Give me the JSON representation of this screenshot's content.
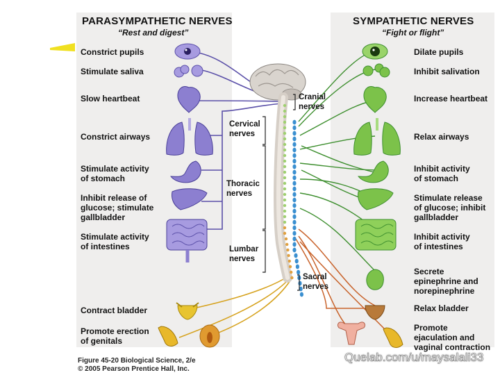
{
  "parasympathetic": {
    "title": "PARASYMPATHETIC NERVES",
    "subtitle": "“Rest and digest”",
    "effects": [
      "Constrict pupils",
      "Stimulate saliva",
      "Slow heartbeat",
      "Constrict airways",
      "Stimulate activity\nof stomach",
      "Inhibit release of\nglucose; stimulate\ngallbladder",
      "Stimulate activity\nof intestines",
      "Contract bladder",
      "Promote erection\nof genitals"
    ]
  },
  "sympathetic": {
    "title": "SYMPATHETIC NERVES",
    "subtitle": "“Fight or flight”",
    "effects": [
      "Dilate pupils",
      "Inhibit salivation",
      "Increase heartbeat",
      "Relax airways",
      "Inhibit activity\nof stomach",
      "Stimulate release\nof glucose; inhibit\ngallbladder",
      "Inhibit activity\nof intestines",
      "Secrete\nepinephrine and\nnorepinephrine",
      "Relax bladder",
      "Promote\nejaculation and\nvaginal contraction"
    ]
  },
  "nerve_regions": {
    "cranial": "Cranial\nnerves",
    "cervical": "Cervical\nnerves",
    "thoracic": "Thoracic\nnerves",
    "lumbar": "Lumbar\nnerves",
    "sacral": "Sacral\nnerves"
  },
  "caption": "Figure 45-20 Biological Science, 2/e\n© 2005 Pearson Prentice Hall, Inc.",
  "watermark": "Quelab.com/u/maysalali33",
  "colors": {
    "panel": "#efeeed",
    "parasympathetic_nerve": "#5a4fa8",
    "parasympathetic_organ": "#8c7fd0",
    "sympathetic_nerve": "#3e8f2f",
    "sympathetic_organ": "#7cc24a",
    "sacral_nerve": "#d6a21e",
    "lumbar_nerve": "#c8622a",
    "ganglia_chain": "#3a8fd0",
    "pointer": "#f0e020"
  }
}
